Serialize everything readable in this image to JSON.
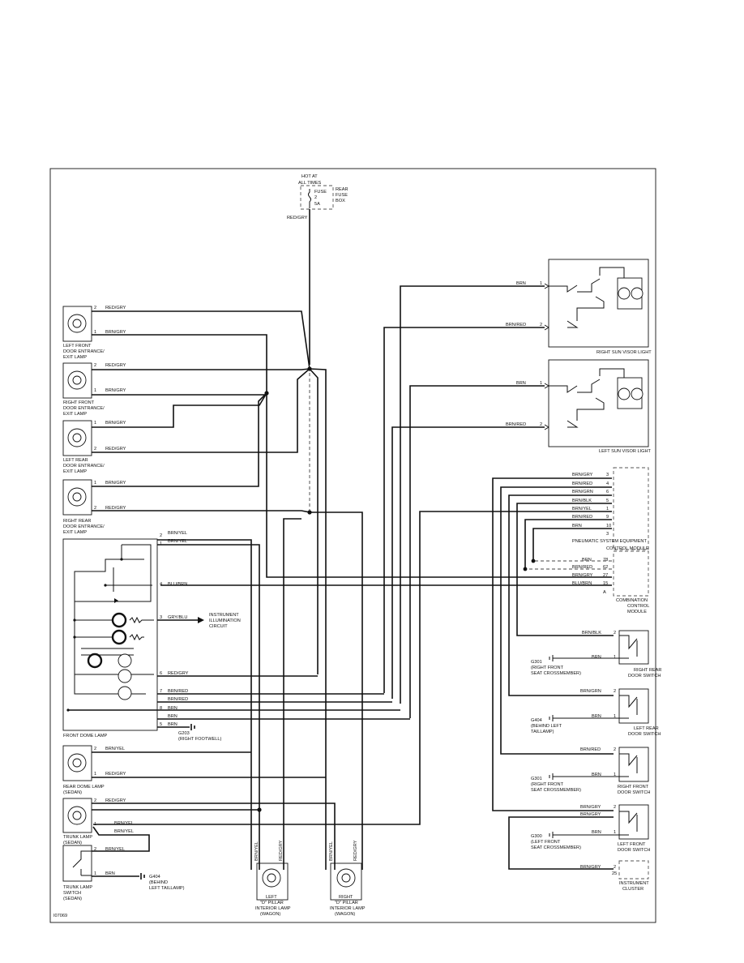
{
  "fuse": {
    "hot": "HOT AT",
    "times": "ALL TIMES",
    "label": "FUSE",
    "num": "2",
    "amp": "5A",
    "box1": "REAR",
    "box2": "FUSE",
    "box3": "BOX",
    "out_wire": "RED/GRY"
  },
  "doors": [
    {
      "pin1": "2",
      "wire1": "RED/GRY",
      "pin2": "1",
      "wire2": "BRN/GRY",
      "name": [
        "LEFT FRONT",
        "DOOR ENTRANCE/",
        "EXIT LAMP"
      ]
    },
    {
      "pin1": "2",
      "wire1": "RED/GRY",
      "pin2": "1",
      "wire2": "BRN/GRY",
      "name": [
        "RIGHT FRONT",
        "DOOR ENTRANCE/",
        "EXIT LAMP"
      ]
    },
    {
      "pin1": "1",
      "wire1": "BRN/GRY",
      "pin2": "2",
      "wire2": "RED/GRY",
      "name": [
        "LEFT REAR",
        "DOOR ENTRANCE/",
        "EXIT LAMP"
      ]
    },
    {
      "pin1": "1",
      "wire1": "BRN/GRY",
      "pin2": "2",
      "wire2": "RED/GRY",
      "name": [
        "RIGHT REAR",
        "DOOR ENTRANCE/",
        "EXIT LAMP"
      ]
    }
  ],
  "visors": [
    {
      "name": "RIGHT SUN VISOR LIGHT",
      "w1": "BRN",
      "p1": "1",
      "w2": "BRN/RED",
      "p2": "2"
    },
    {
      "name": "LEFT SUN VISOR LIGHT",
      "w1": "BRN",
      "p1": "1",
      "w2": "BRN/RED",
      "p2": "2"
    }
  ],
  "pneumatic": {
    "name1": "PNEUMATIC SYSTEM EQUIPMENT",
    "name2": "CONTROL MODULE",
    "rows": [
      {
        "wire": "BRN/GRY",
        "pin": "3"
      },
      {
        "wire": "BRN/RED",
        "pin": "4"
      },
      {
        "wire": "BRN/GRN",
        "pin": "6"
      },
      {
        "wire": "BRN/BLK",
        "pin": "5"
      },
      {
        "wire": "BRN/YEL",
        "pin": "1"
      },
      {
        "wire": "BRN/RED",
        "pin": "9"
      },
      {
        "wire": "BRN",
        "pin": "10"
      },
      {
        "wire": "",
        "pin": "3"
      }
    ]
  },
  "combination": {
    "name1": "COMBINATION",
    "name2": "CONTROL",
    "name3": "MODULE",
    "rows": [
      {
        "wire": "BRN",
        "pin": "78"
      },
      {
        "wire": "BRN/RED",
        "pin": "62"
      },
      {
        "wire": "BRN/GRY",
        "pin": "27"
      },
      {
        "wire": "BLU/BRN",
        "pin": "15"
      },
      {
        "wire": "",
        "pin": "A"
      }
    ]
  },
  "door_switches": [
    {
      "wire": "BRN/BLK",
      "pin_a": "2",
      "gwire": "BRN",
      "pin_b": "1",
      "ground": [
        "G301",
        "(RIGHT FRONT",
        "SEAT CROSSMEMBER)"
      ],
      "name": [
        "RIGHT REAR",
        "DOOR SWITCH"
      ]
    },
    {
      "wire": "BRN/GRN",
      "pin_a": "2",
      "gwire": "BRN",
      "pin_b": "1",
      "ground": [
        "G404",
        "(BEHIND LEFT",
        "TAILLAMP)"
      ],
      "name": [
        "LEFT REAR",
        "DOOR SWITCH"
      ]
    },
    {
      "wire": "BRN/RED",
      "pin_a": "2",
      "gwire": "BRN",
      "pin_b": "1",
      "ground": [
        "G301",
        "(RIGHT FRONT",
        "SEAT CROSSMEMBER)"
      ],
      "name": [
        "RIGHT FRONT",
        "DOOR SWITCH"
      ]
    },
    {
      "wire": "BRN/GRY",
      "wire2": "BRN/GRY",
      "pin_a": "2",
      "gwire": "BRN",
      "pin_b": "1",
      "ground": [
        "G300",
        "(LEFT FRONT",
        "SEAT CROSSMEMBER)"
      ],
      "name": [
        "LEFT FRONT",
        "DOOR SWITCH"
      ]
    }
  ],
  "cluster": {
    "wire": "BRN/GRY",
    "pin": "2",
    "pin2": "25",
    "name1": "INSTRUMENT",
    "name2": "CLUSTER"
  },
  "dome": {
    "name": "FRONT DOME LAMP",
    "pins": [
      {
        "pin": "2",
        "wire": "BRN/YEL"
      },
      {
        "pin": "1",
        "wire": "BRN/YEL"
      },
      {
        "pin": "4",
        "wire": "BLU/BRN"
      },
      {
        "pin": "3",
        "wire": "GRY/BLU"
      },
      {
        "pin": "6",
        "wire": "RED/GRY"
      },
      {
        "pin": "7",
        "wire": "BRN/RED"
      },
      {
        "pin": "",
        "wire": "BRN/RED"
      },
      {
        "pin": "8",
        "wire": "BRN"
      },
      {
        "pin": "",
        "wire": "BRN"
      },
      {
        "pin": "5",
        "wire": "BRN"
      }
    ],
    "illum": [
      "INSTRUMENT",
      "ILLUMINATION",
      "CIRCUIT"
    ],
    "ground": [
      "G203",
      "(RIGHT FOOTWELL)"
    ]
  },
  "rear_dome": {
    "pin1": "2",
    "wire1": "BRN/YEL",
    "pin2": "1",
    "wire2": "RED/GRY",
    "name": [
      "REAR DOME LAMP",
      "(SEDAN)"
    ]
  },
  "trunk": {
    "pin1": "2",
    "wire1": "RED/GRY",
    "pin2": "1",
    "wire2": "BRN/YEL",
    "wire3": "BRN/YEL",
    "name": [
      "TRUNK LAMP",
      "(SEDAN)"
    ]
  },
  "trunk_switch": {
    "pin1": "2",
    "wire1": "BRN/YEL",
    "pin2": "1",
    "wire2": "BRN",
    "ground": [
      "G404",
      "(BEHIND",
      "LEFT TAILLAMP)"
    ],
    "name": [
      "TRUNK LAMP",
      "SWITCH",
      "(SEDAN)"
    ]
  },
  "pillars": [
    {
      "w1": "BRN/YEL",
      "w2": "RED/GRY",
      "name": [
        "LEFT",
        "\"D\" PILLAR",
        "INTERIOR LAMP",
        "(WAGON)"
      ]
    },
    {
      "w1": "BRN/YEL",
      "w2": "RED/GRY",
      "name": [
        "RIGHT",
        "\"D\" PILLAR",
        "INTERIOR LAMP",
        "(WAGON)"
      ]
    }
  ],
  "ref": "I07069"
}
